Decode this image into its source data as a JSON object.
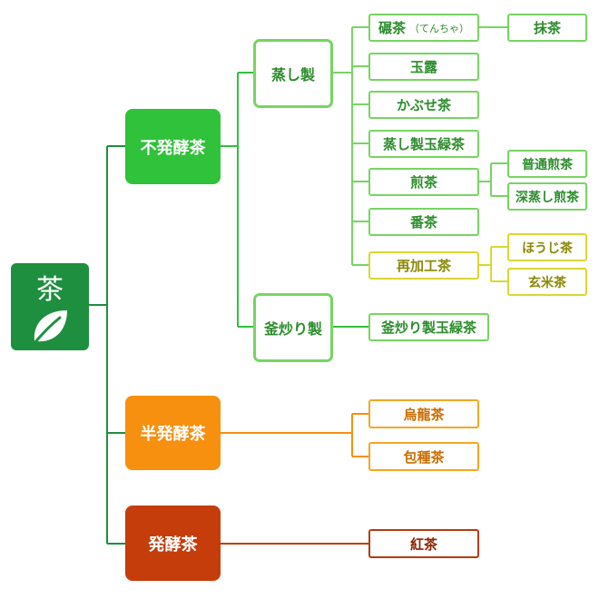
{
  "colors": {
    "root": "#1e8f3e",
    "green_dark": "#30c23a",
    "green_line": "#1e8f3e",
    "green_outline": "#77d561",
    "yellow_outline": "#d9d734",
    "orange": "#f78f0f",
    "orange_outline": "#f5a623",
    "red": "#c43d0a",
    "red_outline": "#b53a0e"
  },
  "root": {
    "label": "茶",
    "icon": "leaf-icon"
  },
  "unfermented": {
    "label": "不発酵茶",
    "steamed": {
      "label": "蒸し製",
      "tencha": {
        "label": "碾茶",
        "reading": "（てんちゃ）"
      },
      "matcha": "抹茶",
      "gyokuro": "玉露",
      "kabusecha": "かぶせ茶",
      "mushisei_tamaryokucha": "蒸し製玉緑茶",
      "sencha": "煎茶",
      "futsuu_sencha": "普通煎茶",
      "fukamushi_sencha": "深蒸し煎茶",
      "bancha": "番茶",
      "reprocessed": "再加工茶",
      "houjicha": "ほうじ茶",
      "genmaicha": "玄米茶"
    },
    "pan_fired": {
      "label": "釜炒り製",
      "kamairi_tamaryokucha": "釜炒り製玉緑茶"
    }
  },
  "semi_fermented": {
    "label": "半発酵茶",
    "oolong": "烏龍茶",
    "baozhong": "包種茶"
  },
  "fermented": {
    "label": "発酵茶",
    "black_tea": "紅茶"
  }
}
